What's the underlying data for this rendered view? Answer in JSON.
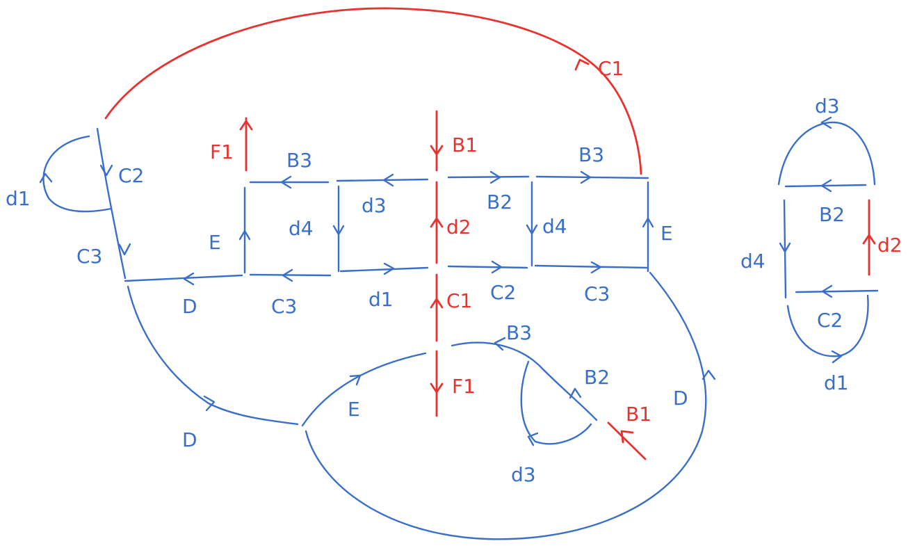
{
  "colors": {
    "blue": "#3a6fc9",
    "red": "#e8322f",
    "background": "#ffffff"
  },
  "labels": {
    "c1_top": "C1",
    "c2_left": "C2",
    "d1_left": "d1",
    "c3_left": "C3",
    "f1_top": "F1",
    "b3_top_left": "B3",
    "b1_top": "B1",
    "b3_top_right": "B3",
    "e_left": "E",
    "d4_left": "d4",
    "d3_center": "d3",
    "d2_center": "d2",
    "b2_center": "B2",
    "d4_right": "d4",
    "e_right": "E",
    "d_left": "D",
    "c3_bottom_left": "C3",
    "d1_center": "d1",
    "c1_center": "C1",
    "c2_center": "C2",
    "c3_bottom_right": "C3",
    "b3_lower": "B3",
    "f1_lower": "F1",
    "b2_lower": "B2",
    "e_lower": "E",
    "b1_lower": "B1",
    "d_right": "D",
    "d_bottom": "D",
    "d3_bottom": "d3",
    "side_d3": "d3",
    "side_b2": "B2",
    "side_d4": "d4",
    "side_d2": "d2",
    "side_c2": "C2",
    "side_d1": "d1"
  }
}
